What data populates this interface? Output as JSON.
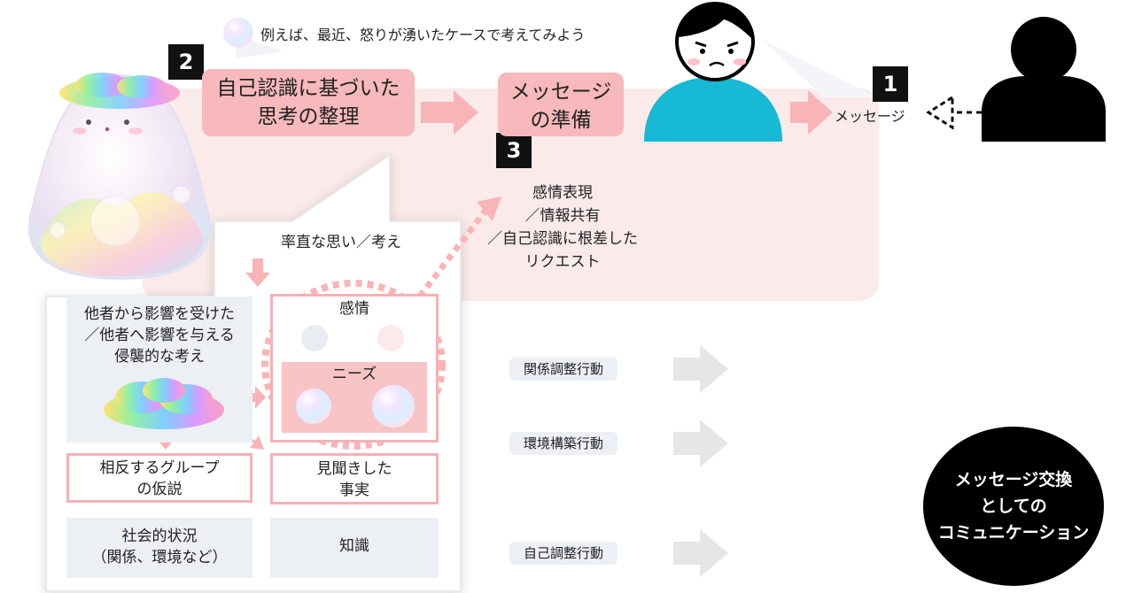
{
  "intro_text": "例えば、最近、怒りが湧いたケースで考えてみよう",
  "steps": {
    "one": "1",
    "two": "2",
    "three": "3"
  },
  "top_row": {
    "organize_label": "自己認識に基づいた\n思考の整理",
    "prepare_label": "メッセージ\nの準備",
    "message_label": "メッセージ"
  },
  "expression_text": "感情表現\n／情報共有\n／自己認識に根差した\nリクエスト",
  "frank_thoughts": "率直な思い／考え",
  "left_panel": {
    "influence_text": "他者から影響を受けた\n／他者へ影響を与える\n侵襲的な考え",
    "opposing_group": "相反するグループ\nの仮説",
    "social_context": "社会的状況\n（関係、環境など）"
  },
  "middle_panel": {
    "emotion": "感情",
    "needs": "ニーズ",
    "facts": "見聞きした\n事実",
    "knowledge": "知識"
  },
  "actions": {
    "relation": "関係調整行動",
    "environment": "環境構築行動",
    "self": "自己調整行動"
  },
  "summary_circle": "メッセージ交換\nとしての\nコミュニケーション",
  "colors": {
    "pink_fill": "#f7b9bb",
    "pink_area": "#fbeaea",
    "arrow_pink": "#f8b4b6",
    "gray_box": "#eceff3",
    "teal": "#17b9d4",
    "black": "#000000"
  }
}
